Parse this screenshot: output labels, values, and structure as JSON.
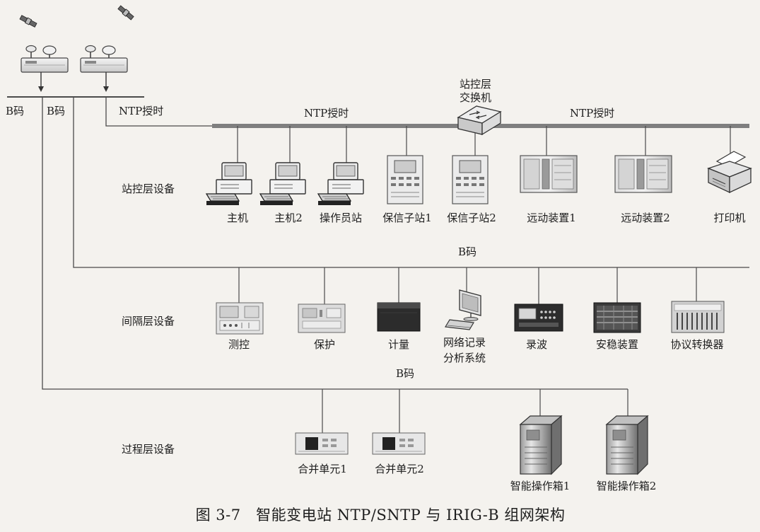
{
  "labels": {
    "b_code_left_1": "B码",
    "b_code_left_2": "B码",
    "ntp_left": "NTP授时",
    "ntp_mid": "NTP授时",
    "ntp_right": "NTP授时",
    "switch_line1": "站控层",
    "switch_line2": "交换机",
    "bay_b_code": "B码",
    "process_b_code": "B码"
  },
  "rows": {
    "station": "站控层设备",
    "bay": "间隔层设备",
    "process": "过程层设备"
  },
  "station_devices": [
    {
      "label": "主机",
      "icon": "computer-icon"
    },
    {
      "label": "主机2",
      "icon": "computer-icon"
    },
    {
      "label": "操作员站",
      "icon": "computer-icon"
    },
    {
      "label": "保信子站1",
      "icon": "protection-substation-icon"
    },
    {
      "label": "保信子站2",
      "icon": "protection-substation-icon"
    },
    {
      "label": "远动装置1",
      "icon": "telecontrol-unit-icon"
    },
    {
      "label": "远动装置2",
      "icon": "telecontrol-unit-icon"
    },
    {
      "label": "打印机",
      "icon": "printer-icon"
    }
  ],
  "bay_devices": [
    {
      "label": "测控",
      "icon": "measurement-control-icon"
    },
    {
      "label": "保护",
      "icon": "protection-device-icon"
    },
    {
      "label": "计量",
      "icon": "metering-device-icon"
    },
    {
      "label_line1": "网络记录",
      "label_line2": "分析系统",
      "icon": "network-recorder-icon"
    },
    {
      "label": "录波",
      "icon": "fault-recorder-icon"
    },
    {
      "label": "安稳装置",
      "icon": "stability-control-icon"
    },
    {
      "label": "协议转换器",
      "icon": "protocol-converter-icon"
    }
  ],
  "process_devices": [
    {
      "label": "合并单元1",
      "icon": "merging-unit-icon"
    },
    {
      "label": "合并单元2",
      "icon": "merging-unit-icon"
    },
    {
      "label": "智能操作箱1",
      "icon": "intelligent-terminal-icon"
    },
    {
      "label": "智能操作箱2",
      "icon": "intelligent-terminal-icon"
    }
  ],
  "caption": "图 3-7   智能变电站 NTP/SNTP 与 IRIG-B 组网架构",
  "colors": {
    "background": "#f4f2ee",
    "ntp_bus": "#7f7f7f",
    "line": "#4a4a4a",
    "text": "#1e1e1e"
  }
}
